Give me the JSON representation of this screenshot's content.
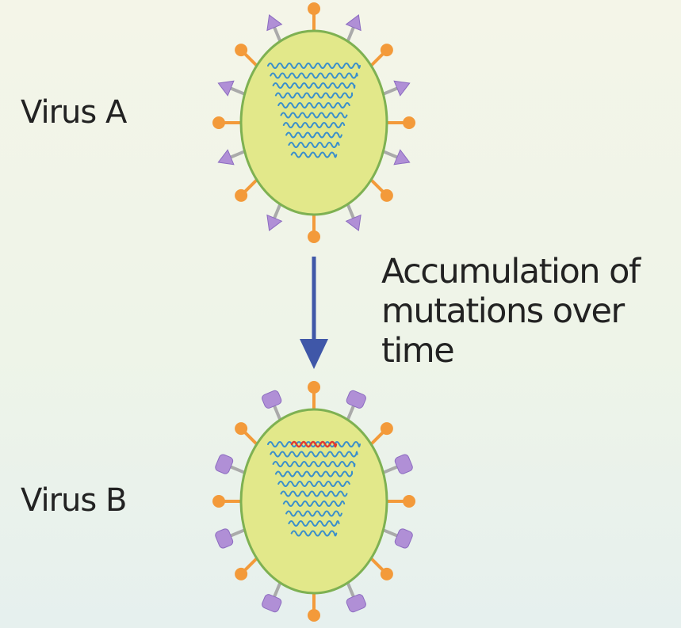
{
  "labels": {
    "virus_a": "Virus A",
    "virus_b": "Virus B"
  },
  "caption_lines": [
    "Accumulation of",
    "mutations over",
    "time"
  ],
  "colors": {
    "capsid_fill": "#e2e88a",
    "capsid_stroke": "#7eb152",
    "rna": "#3a8fcb",
    "mutation": "#e03a2f",
    "arrow": "#3f57a8",
    "spike_stalk": "#aaaaaa",
    "orange_protein": "#f39a3a",
    "purple_protein": "#b08fd6",
    "purple_protein_stroke": "#8c6cc0"
  },
  "icons": {
    "virus_a_surface": "triangle",
    "virus_b_surface": "rounded-box",
    "arrow": "down-arrow"
  }
}
